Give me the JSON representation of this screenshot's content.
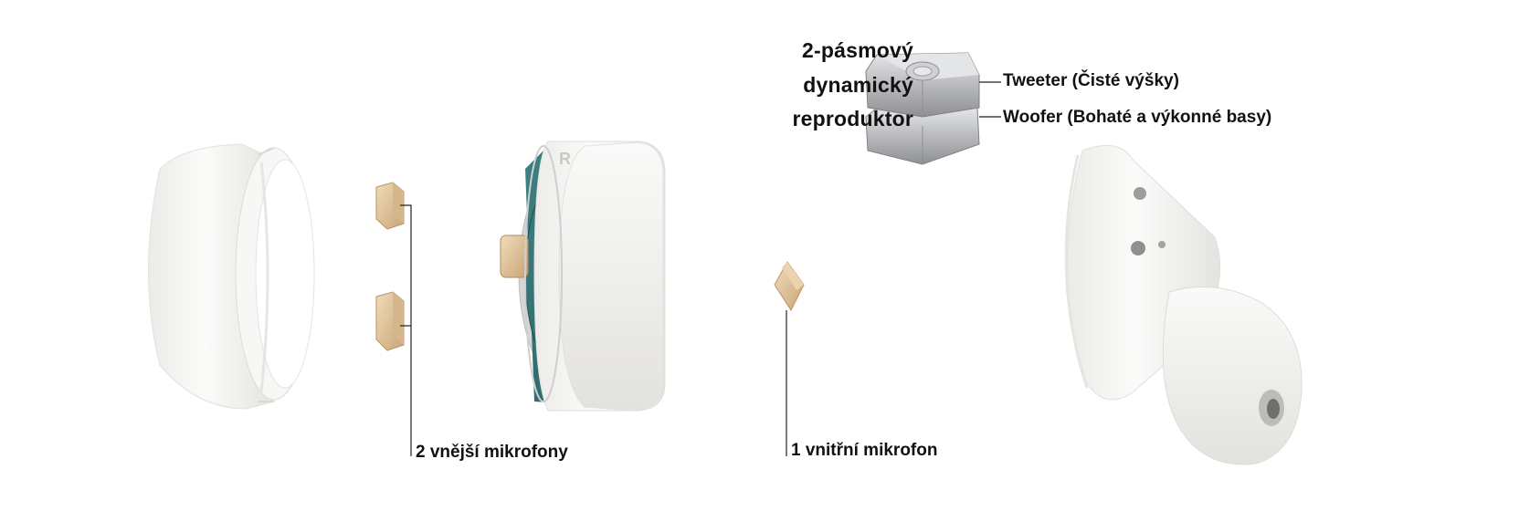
{
  "speaker_title": [
    "2-pásmový",
    "dynamický",
    "reproduktor"
  ],
  "callouts": {
    "tweeter": "Tweeter (Čisté výšky)",
    "woofer": "Woofer (Bohaté a výkonné basy)",
    "outer_mics": "2 vnější mikrofony",
    "inner_mic": "1 vnitřní mikrofon"
  },
  "colors": {
    "shell": "#f3f3f1",
    "shell_shadow": "#d9d9d6",
    "gold": "#e2c49a",
    "pcb": "#2f6d6f",
    "metal": "#b8b9bb",
    "line": "#222222"
  }
}
